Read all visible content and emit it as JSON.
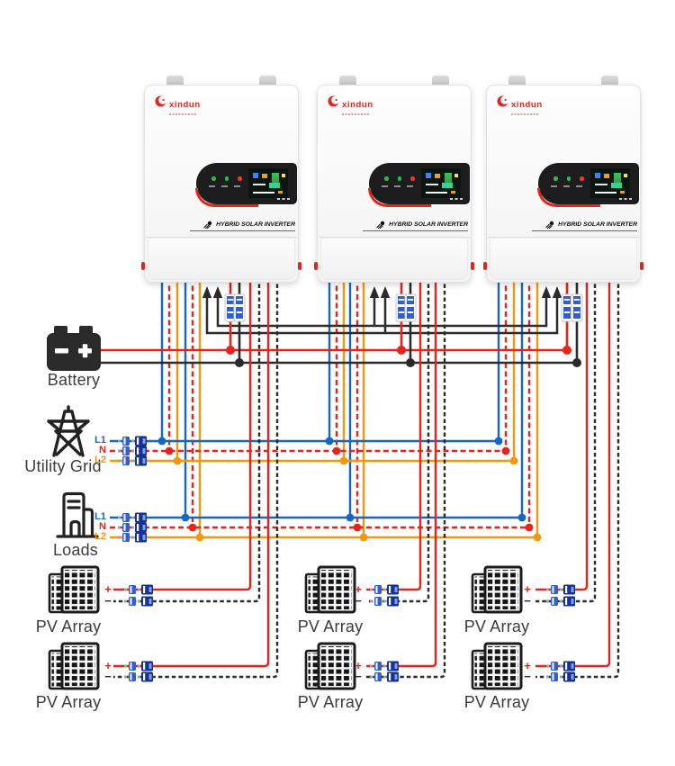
{
  "inverter": {
    "brand": "xindun",
    "caption": "HYBRID SOLAR INVERTER",
    "count": 3
  },
  "battery": {
    "label": "Battery"
  },
  "utility_grid": {
    "label": "Utility Grid",
    "lines": {
      "l1": "L1",
      "n": "N",
      "l2": "L2"
    }
  },
  "loads": {
    "label": "Loads",
    "lines": {
      "l1": "L1",
      "n": "N",
      "l2": "L2"
    }
  },
  "pv": {
    "label": "PV Array",
    "plus": "+",
    "minus": "−",
    "count": 6,
    "strings_per_inverter": 2
  },
  "colors": {
    "red": "#e8231c",
    "blue": "#1667c5",
    "orange": "#f2970f",
    "black": "#2b2b2b",
    "led_green": "#35b54a",
    "led_red": "#e8382f"
  }
}
